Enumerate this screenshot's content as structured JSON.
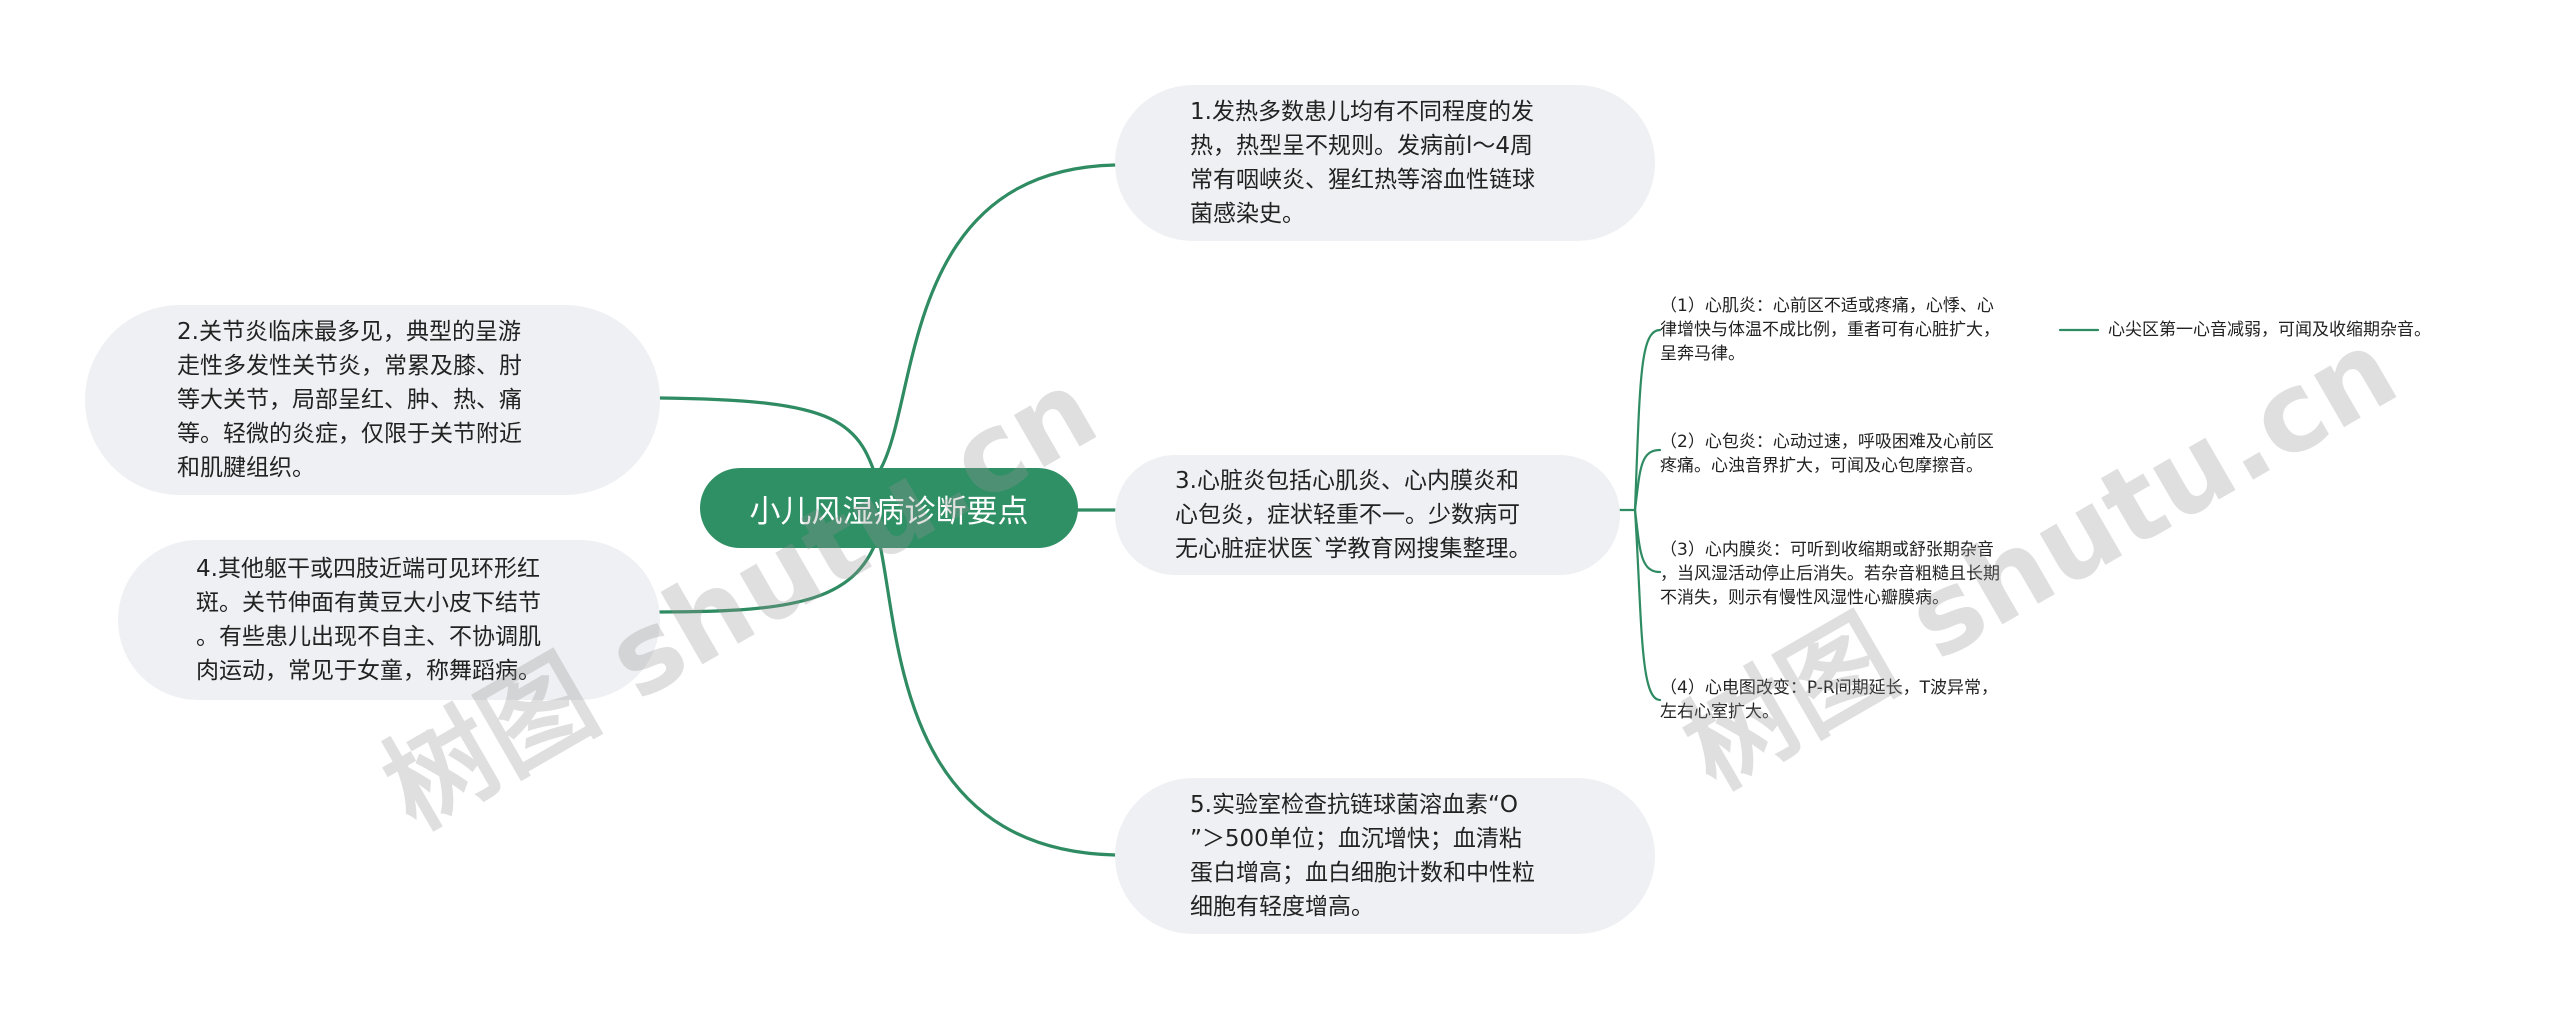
{
  "root": {
    "label": "小儿风湿病诊断要点"
  },
  "nodes": {
    "n1": "1.发热多数患儿均有不同程度的发\n热，热型呈不规则。发病前l～4周\n常有咽峡炎、猩红热等溶血性链球\n菌感染史。",
    "n2": "2.关节炎临床最多见，典型的呈游\n走性多发性关节炎，常累及膝、肘\n等大关节，局部呈红、肿、热、痛\n等。轻微的炎症，仅限于关节附近\n和肌腱组织。",
    "n3": "3.心脏炎包括心肌炎、心内膜炎和\n心包炎，症状轻重不一。少数病可\n无心脏症状医`学教育网搜集整理。",
    "n4": "4.其他躯干或四肢近端可见环形红\n斑。关节伸面有黄豆大小皮下结节\n。有些患儿出现不自主、不协调肌\n肉运动，常见于女童，称舞蹈病。",
    "n5": "5.实验室检查抗链球菌溶血素“O\n”＞500单位；血沉增快；血清粘\n蛋白增高；血白细胞计数和中性粒\n细胞有轻度增高。"
  },
  "subnodes": {
    "s1": "（1）心肌炎：心前区不适或疼痛，心悸、心\n律增快与体温不成比例，重者可有心脏扩大，\n呈奔马律。",
    "s2": "（2）心包炎：心动过速，呼吸困难及心前区\n疼痛。心浊音界扩大，可闻及心包摩擦音。",
    "s3": "（3）心内膜炎：可听到收缩期或舒张期杂音\n，当风湿活动停止后消失。若杂音粗糙且长期\n不消失，则示有慢性风湿性心瓣膜病。",
    "s4": "（4）心电图改变：P-R间期延长，T波异常，\n左右心室扩大。",
    "s1a": "心尖区第一心音减弱，可闻及收缩期杂音。"
  },
  "watermark": {
    "left": "树图 shutu.cn",
    "right": "树图 shutu.cn"
  },
  "colors": {
    "branch": "#2e8b62",
    "root_bg": "#2f8f65",
    "node_bg": "#eef0f3"
  }
}
